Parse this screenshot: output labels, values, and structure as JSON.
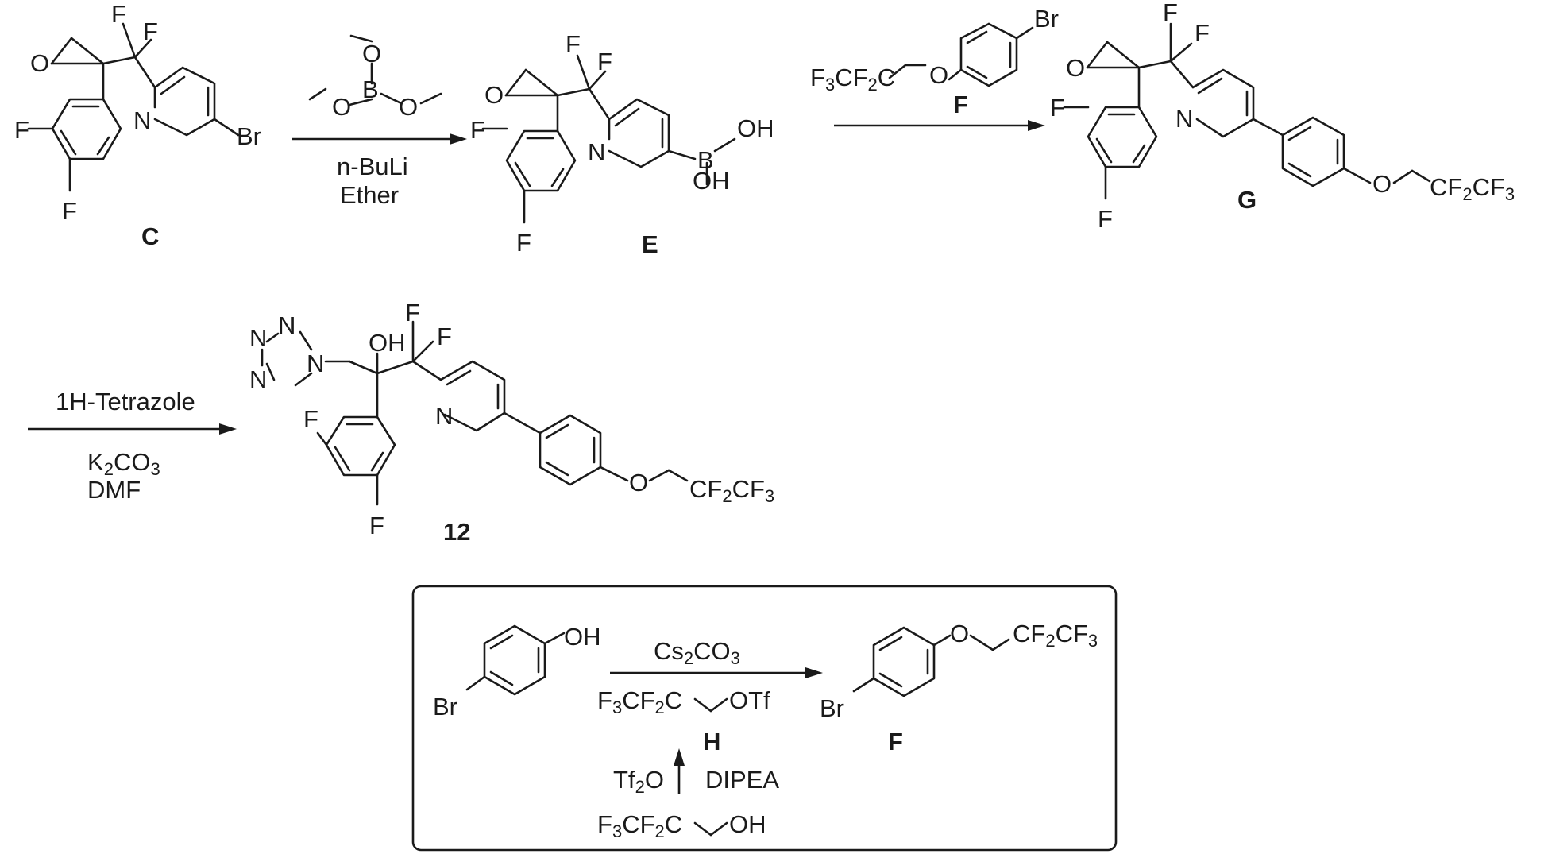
{
  "compounds": {
    "C": {
      "label": "C"
    },
    "E": {
      "label": "E"
    },
    "F_reagent": {
      "label": "F"
    },
    "G": {
      "label": "G"
    },
    "P12": {
      "label": "12"
    },
    "H": {
      "label": "H"
    },
    "F_product": {
      "label": "F"
    }
  },
  "reactions": {
    "step1": {
      "reagent_1": "n-BuLi",
      "reagent_2": "Ether"
    },
    "step3": {
      "reagent_1": "1H-Tetrazole",
      "reagent_2_base": "K",
      "reagent_2_sub1": "2",
      "reagent_2_mid": "CO",
      "reagent_2_sub2": "3",
      "reagent_3": "DMF"
    },
    "inset": {
      "cs_base": "Cs",
      "cs_sub1": "2",
      "cs_mid": "CO",
      "cs_sub2": "3",
      "tf2o_base": "Tf",
      "tf2o_sub": "2",
      "tf2o_end": "O",
      "dipea": "DIPEA"
    }
  },
  "atoms": {
    "F": "F",
    "Br": "Br",
    "N": "N",
    "O": "O",
    "OH": "OH",
    "B": "B",
    "HO": "OH",
    "OTf": "OTf"
  },
  "groups": {
    "cf2cf3_a": "CF",
    "cf2cf3_sub1": "2",
    "cf2cf3_b": "CF",
    "cf2cf3_sub2": "3",
    "f3cf2c_a": "F",
    "f3cf2c_sub1": "3",
    "f3cf2c_b": "CF",
    "f3cf2c_sub2": "2",
    "f3cf2c_c": "C"
  }
}
